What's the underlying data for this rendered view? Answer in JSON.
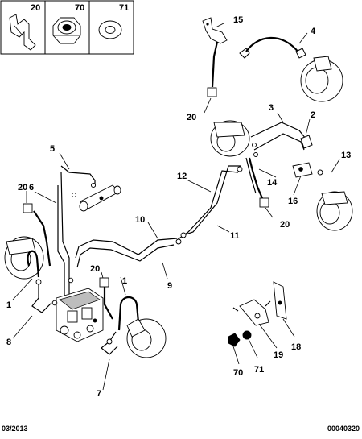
{
  "header_parts": [
    {
      "ref": "20",
      "icon": "clip-icon"
    },
    {
      "ref": "70",
      "icon": "nut-icon"
    },
    {
      "ref": "71",
      "icon": "washer-icon"
    }
  ],
  "callouts": [
    "1",
    "1",
    "2",
    "3",
    "4",
    "5",
    "6",
    "7",
    "8",
    "9",
    "10",
    "11",
    "12",
    "13",
    "14",
    "15",
    "16",
    "18",
    "19",
    "20",
    "20",
    "20",
    "20",
    "70",
    "71"
  ],
  "footer": {
    "date": "03/2013",
    "reference": "00040320"
  }
}
